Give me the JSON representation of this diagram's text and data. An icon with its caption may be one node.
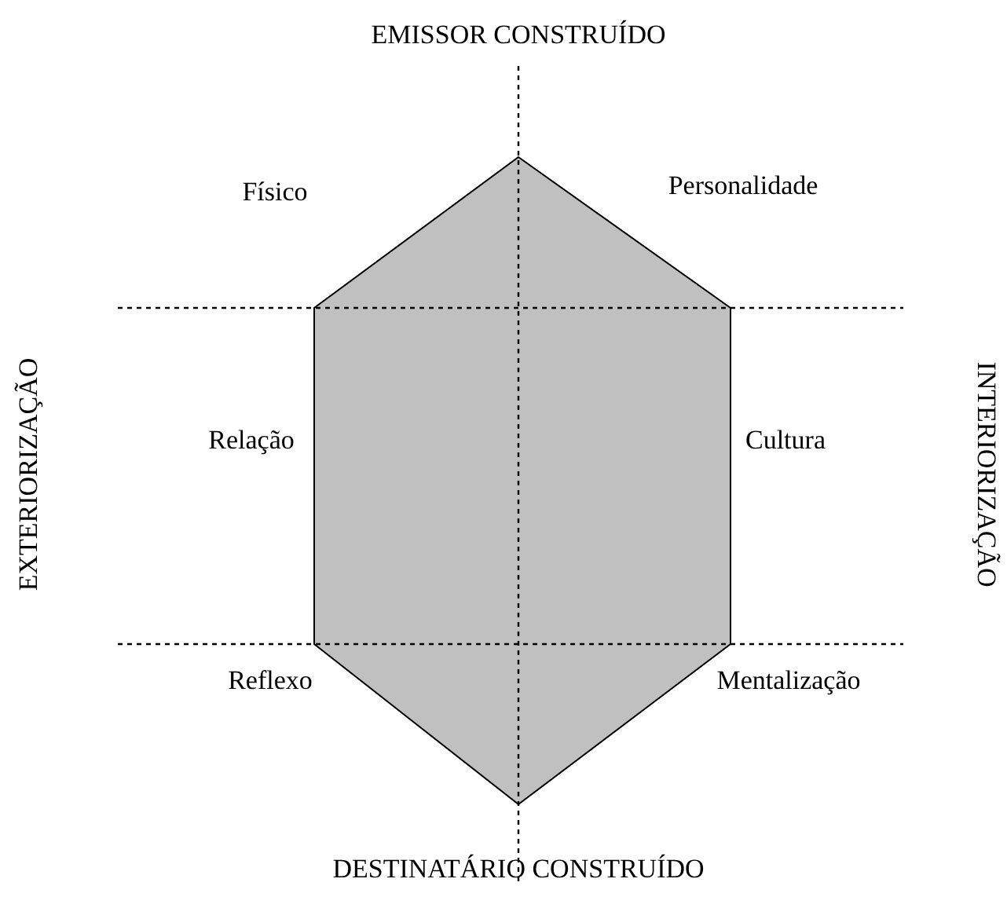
{
  "diagram": {
    "labels": [
      "EMISSOR CONSTRUÍDO",
      "Físico",
      "Personalidade",
      "EXTERIORIZAÇÃO",
      "Relação",
      "Cultura",
      "INTERIORIZAÇÃO",
      "Reflexo",
      "Mentalização",
      "DESTINATÁRIO CONSTRUÍDO"
    ]
  }
}
